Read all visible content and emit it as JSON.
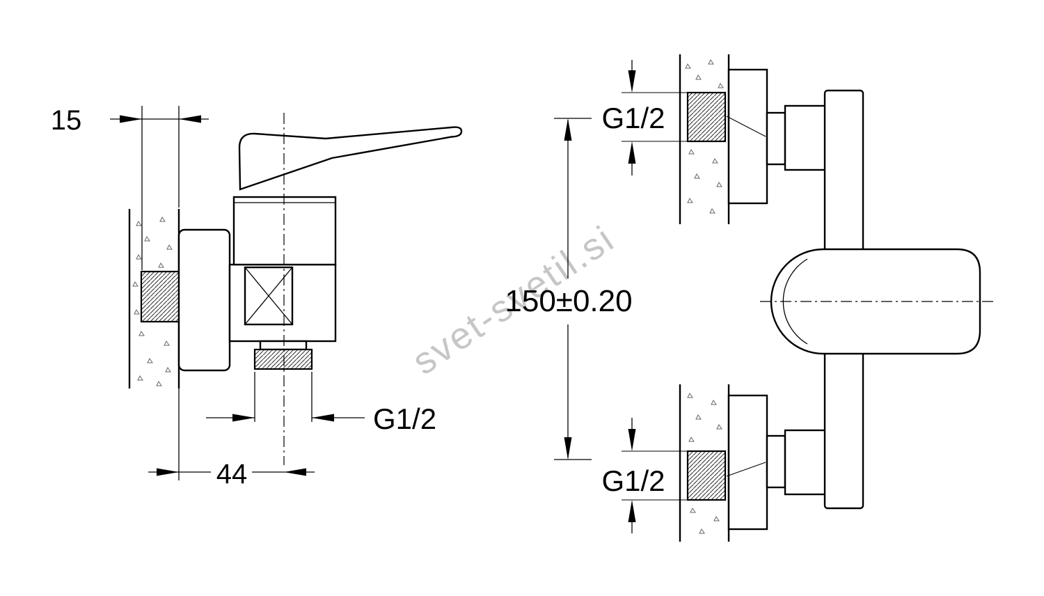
{
  "colors": {
    "background": "#ffffff",
    "line": "#000000",
    "watermark": "#bdbdbd"
  },
  "watermark": "svet-svetil.si",
  "side_view": {
    "dim_wall_offset": "15",
    "dim_depth": "44",
    "dim_outlet_thread": "G1/2"
  },
  "front_view": {
    "dim_center_distance": "150±0.20",
    "dim_top_thread": "G1/2",
    "dim_bottom_thread": "G1/2"
  }
}
